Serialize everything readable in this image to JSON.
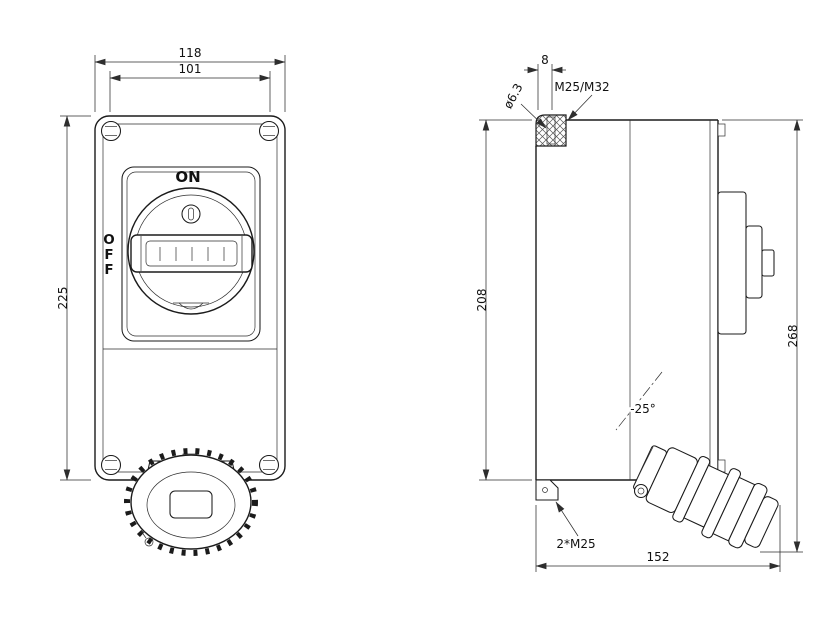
{
  "front_view": {
    "on_label": "ON",
    "off_letters": [
      "O",
      "F",
      "F"
    ],
    "dims": {
      "outer_width": "118",
      "hole_spacing": "101",
      "height": "225"
    }
  },
  "side_view": {
    "dims": {
      "flange_thickness": "8",
      "hole_diameter": "ø6.3",
      "gland_top": "M25/M32",
      "body_height": "208",
      "overall_height": "268",
      "socket_angle": "-25°",
      "bottom_glands": "2*M25",
      "depth": "152"
    }
  },
  "colors": {
    "line": "#1b1b1b",
    "background": "#ffffff"
  }
}
